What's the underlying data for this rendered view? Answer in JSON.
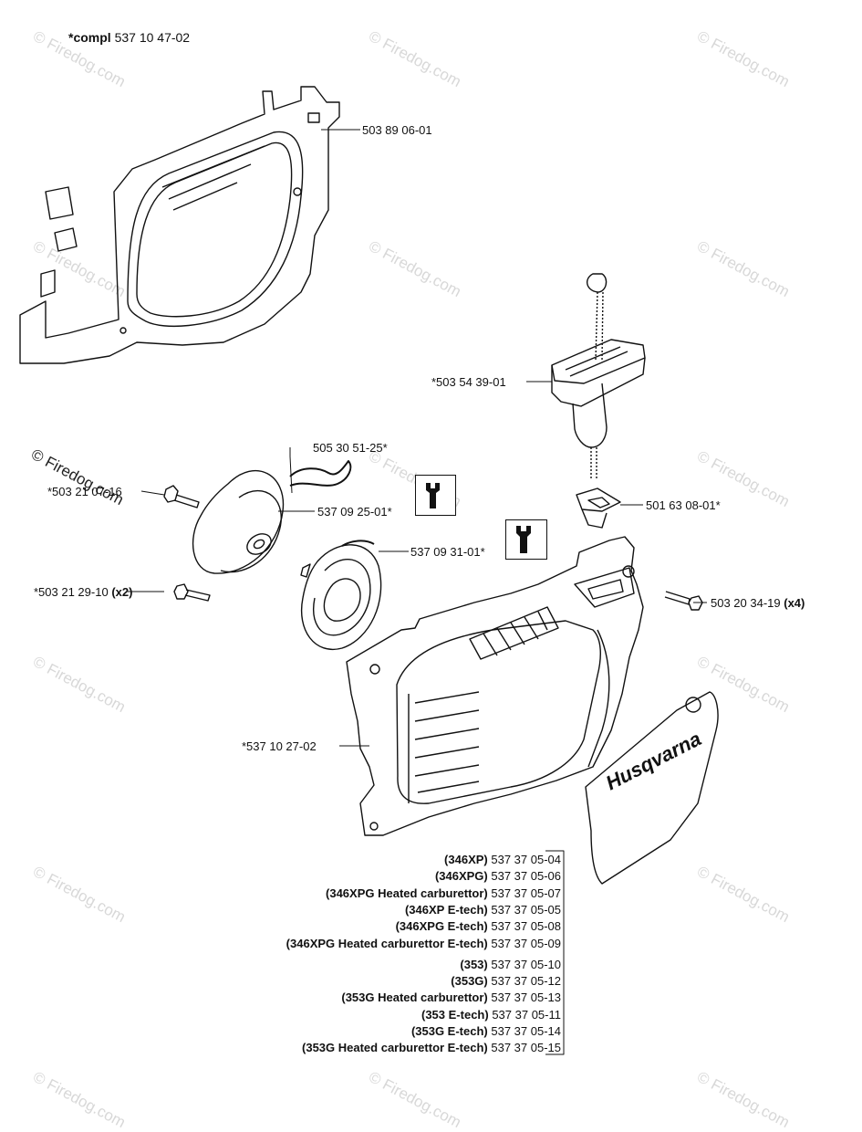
{
  "watermark": "© Firedog.com",
  "compl_label": {
    "bold": "*compl",
    "rest": "537 10 47-02"
  },
  "part_labels": {
    "p1": "503 89 06-01",
    "p2": "*503 54 39-01",
    "p3": "505 30 51-25*",
    "p4": "*503 21 07-16",
    "p5": "537 09 25-01*",
    "p6": "537 09 31-01*",
    "p7": "501 63 08-01*",
    "p8_num": "*503 21 29-10",
    "p8_qty": "(x2)",
    "p9_num": "503 20 34-19",
    "p9_qty": "(x4)",
    "p10": "*537 10 27-02"
  },
  "decal": {
    "brand": "Husqvarna"
  },
  "models": [
    {
      "model": "(346XP)",
      "part": "537 37 05-04"
    },
    {
      "model": "(346XPG)",
      "part": "537 37 05-06"
    },
    {
      "model": "(346XPG Heated carburettor)",
      "part": "537 37 05-07"
    },
    {
      "model": "(346XP E-tech)",
      "part": "537 37 05-05"
    },
    {
      "model": "(346XPG E-tech)",
      "part": "537 37 05-08"
    },
    {
      "model": "(346XPG Heated carburettor E-tech)",
      "part": "537 37 05-09"
    },
    {
      "model": "(353)",
      "part": "537 37 05-10"
    },
    {
      "model": "(353G)",
      "part": "537 37 05-12"
    },
    {
      "model": "(353G Heated carburettor)",
      "part": "537 37 05-13"
    },
    {
      "model": "(353 E-tech)",
      "part": "537 37 05-11"
    },
    {
      "model": "(353G E-tech)",
      "part": "537 37 05-14"
    },
    {
      "model": "(353G Heated carburettor E-tech)",
      "part": "537 37 05-15"
    }
  ]
}
